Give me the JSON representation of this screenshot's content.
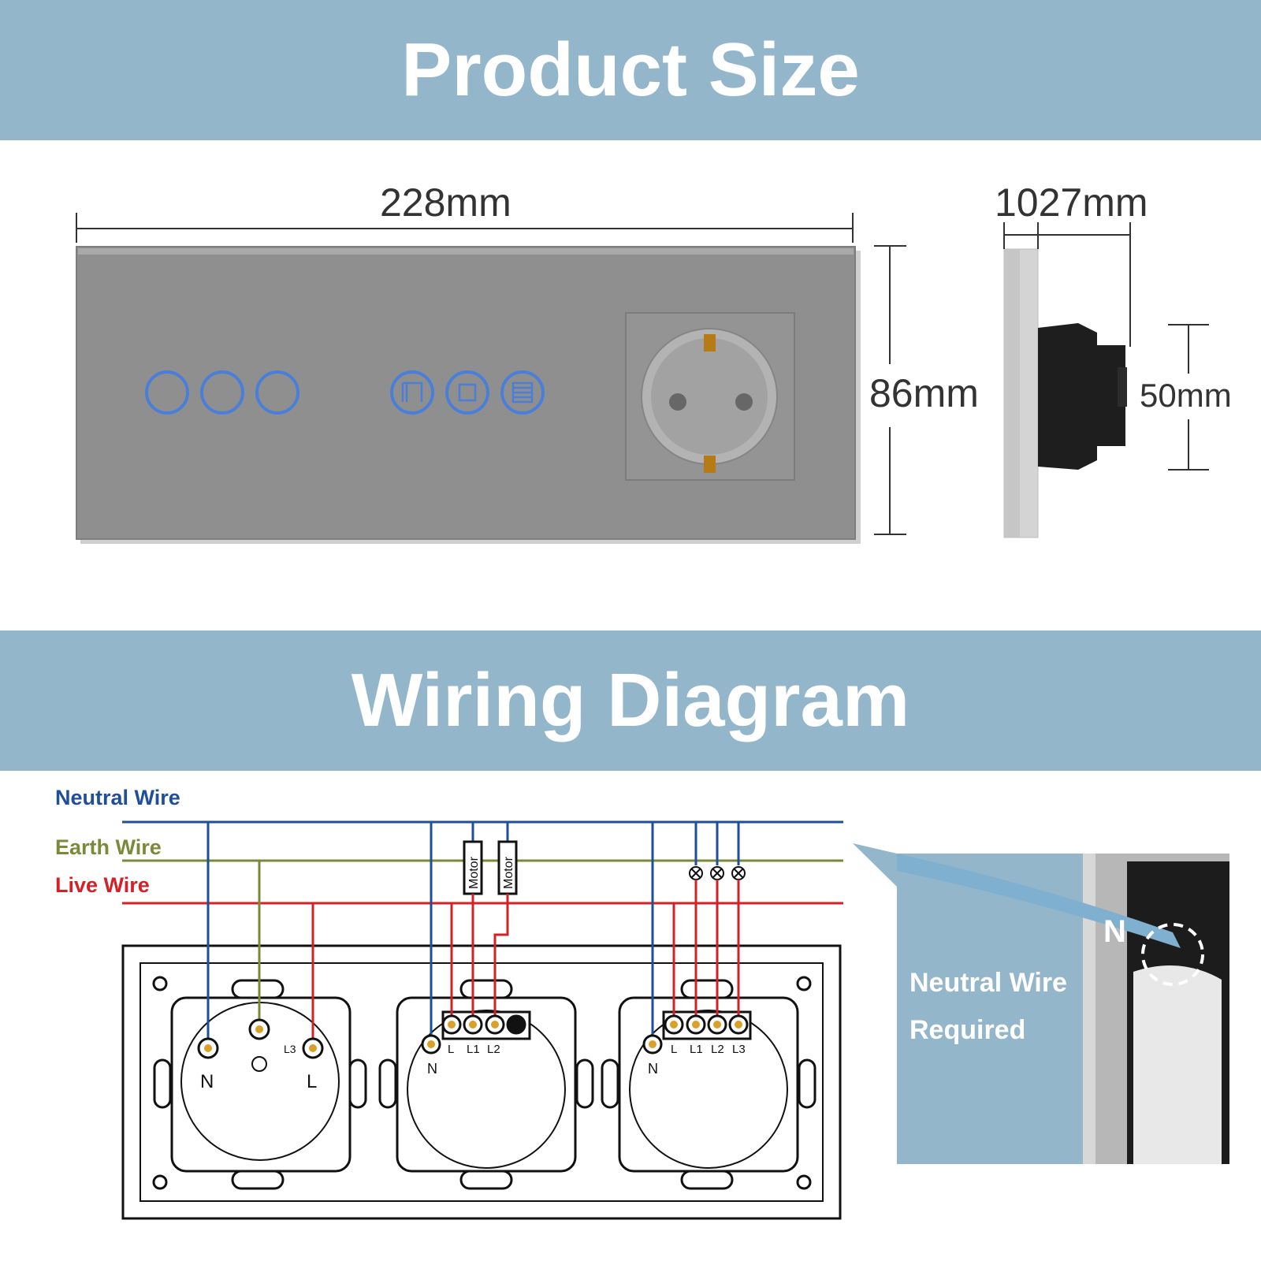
{
  "header": {
    "title": "Product Size"
  },
  "dimensions": {
    "width": "228mm",
    "height": "86mm",
    "depth": "1027mm",
    "box_depth": "50mm"
  },
  "wiring": {
    "title": "Wiring Diagram",
    "legend": {
      "neutral": "Neutral Wire",
      "earth": "Earth Wire",
      "live": "Live Wire"
    },
    "motor_label": "Motor",
    "socket_terminals": {
      "n": "N",
      "l": "L",
      "l3": "L3"
    },
    "curtain_terminals": {
      "n": "N",
      "l": "L",
      "l1": "L1",
      "l2": "L2"
    },
    "switch_terminals": {
      "n": "N",
      "l": "L",
      "l1": "L1",
      "l2": "L2",
      "l3": "L3"
    },
    "note": {
      "line1": "Neutral Wire",
      "line2": "Required",
      "n_mark": "N"
    }
  },
  "colors": {
    "banner": "#94b6cb",
    "neutral": "#1f4e9a",
    "earth": "#7a8a3a",
    "live": "#d32128",
    "panel": "#8f8f8f",
    "touch_ring": "#4a7fd9"
  }
}
